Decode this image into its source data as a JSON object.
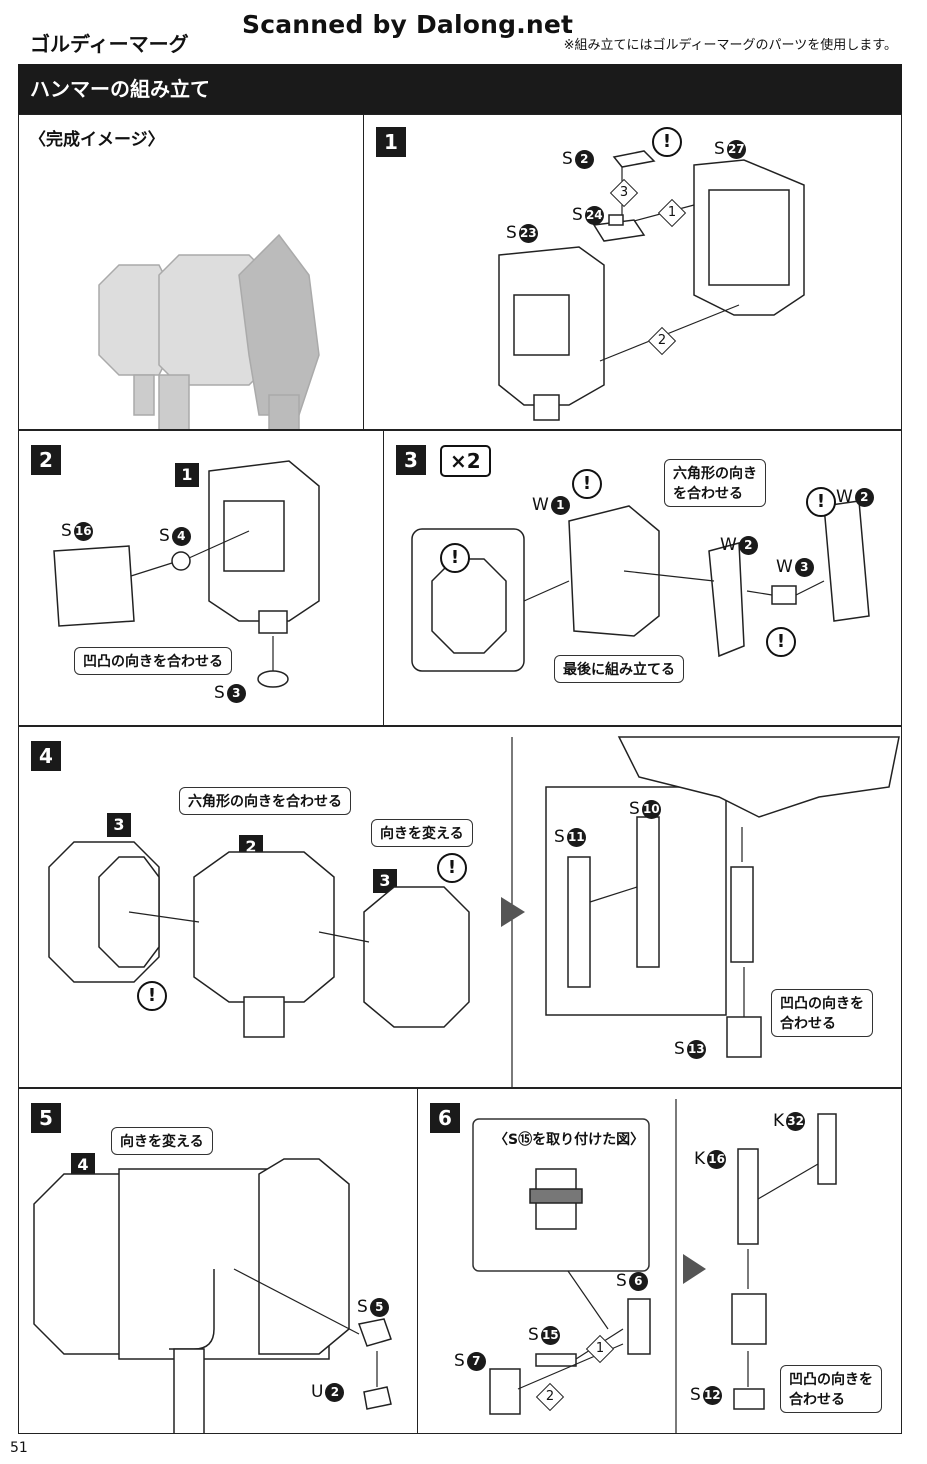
{
  "header": {
    "title": "ゴルディーマーグ",
    "scanner": "Scanned by Dalong.net",
    "note": "※組み立てにはゴルディーマーグのパーツを使用します。"
  },
  "section_bar": "ハンマーの組み立て",
  "preview": {
    "title": "〈完成イメージ〉"
  },
  "steps": [
    {
      "num": "1",
      "parts": [
        {
          "letter": "S",
          "num": "2"
        },
        {
          "letter": "S",
          "num": "27"
        },
        {
          "letter": "S",
          "num": "24"
        },
        {
          "letter": "S",
          "num": "23"
        }
      ],
      "order": [
        "3",
        "1",
        "2"
      ]
    },
    {
      "num": "2",
      "ref": "1",
      "parts": [
        {
          "letter": "S",
          "num": "16"
        },
        {
          "letter": "S",
          "num": "4"
        },
        {
          "letter": "S",
          "num": "3"
        }
      ],
      "callout": "凹凸の向きを合わせる"
    },
    {
      "num": "3",
      "multiplier": "×2",
      "parts": [
        {
          "letter": "W",
          "num": "1"
        },
        {
          "letter": "W",
          "num": "2"
        },
        {
          "letter": "W",
          "num": "2"
        },
        {
          "letter": "W",
          "num": "3"
        }
      ],
      "callouts": [
        "六角形の向き\nを合わせる",
        "最後に組み立てる"
      ]
    },
    {
      "num": "4",
      "refs": [
        "3",
        "2",
        "3"
      ],
      "parts": [
        {
          "letter": "S",
          "num": "11"
        },
        {
          "letter": "S",
          "num": "10"
        },
        {
          "letter": "S",
          "num": "13"
        }
      ],
      "callouts": [
        "六角形の向きを合わせる",
        "向きを変える",
        "凹凸の向きを\n合わせる"
      ]
    },
    {
      "num": "5",
      "ref": "4",
      "parts": [
        {
          "letter": "S",
          "num": "5"
        },
        {
          "letter": "U",
          "num": "2"
        }
      ],
      "callout": "向きを変える"
    },
    {
      "num": "6",
      "parts": [
        {
          "letter": "S",
          "num": "6"
        },
        {
          "letter": "S",
          "num": "15"
        },
        {
          "letter": "S",
          "num": "7"
        },
        {
          "letter": "K",
          "num": "32"
        },
        {
          "letter": "K",
          "num": "16"
        },
        {
          "letter": "S",
          "num": "12"
        }
      ],
      "sub_title": "〈S⑮を取り付けた図〉",
      "order": [
        "1",
        "2"
      ],
      "callout": "凹凸の向きを\n合わせる"
    }
  ],
  "page_number": "51",
  "icons": {
    "warning": "!",
    "arrow": "next-arrow-icon"
  }
}
